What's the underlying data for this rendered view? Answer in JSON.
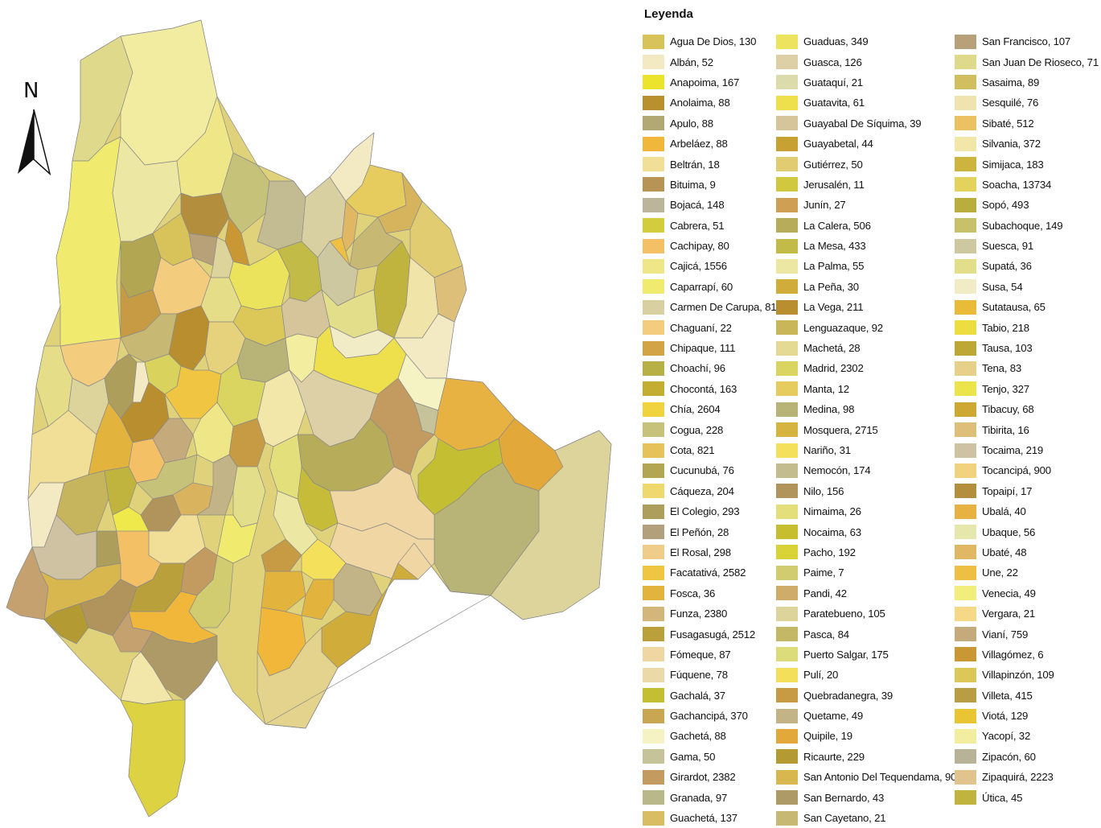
{
  "north_arrow": {
    "label": "N"
  },
  "legend": {
    "title": "Leyenda",
    "columns": [
      [
        {
          "label": "Agua De Dios, 130",
          "color": "#d8c35a"
        },
        {
          "label": "Albán, 52",
          "color": "#f3e9c2"
        },
        {
          "label": "Anapoima, 167",
          "color": "#ece32c"
        },
        {
          "label": "Anolaima, 88",
          "color": "#b8902e"
        },
        {
          "label": "Apulo, 88",
          "color": "#b2a874"
        },
        {
          "label": "Arbeláez, 88",
          "color": "#f1b73a"
        },
        {
          "label": "Beltrán, 18",
          "color": "#f1df97"
        },
        {
          "label": "Bituima, 9",
          "color": "#b79456"
        },
        {
          "label": "Bojacá, 148",
          "color": "#bdb49c"
        },
        {
          "label": "Cabrera, 51",
          "color": "#d3cd3e"
        },
        {
          "label": "Cachipay, 80",
          "color": "#f3c065"
        },
        {
          "label": "Cajicá, 1556",
          "color": "#efe787"
        },
        {
          "label": "Caparrapí, 60",
          "color": "#f0ea6e"
        },
        {
          "label": "Carmen De Carupa, 81",
          "color": "#d9d0a1"
        },
        {
          "label": "Chaguaní, 22",
          "color": "#f3cc7d"
        },
        {
          "label": "Chipaque, 111",
          "color": "#d3a446"
        },
        {
          "label": "Choachí, 96",
          "color": "#b7b047"
        },
        {
          "label": "Chocontá, 163",
          "color": "#c3ae32"
        },
        {
          "label": "Chía, 2604",
          "color": "#f1d23f"
        },
        {
          "label": "Cogua, 228",
          "color": "#c7c27b"
        },
        {
          "label": "Cota, 821",
          "color": "#e5c35a"
        },
        {
          "label": "Cucunubá, 76",
          "color": "#b3a652"
        },
        {
          "label": "Cáqueza, 204",
          "color": "#efd96e"
        },
        {
          "label": "El Colegio, 293",
          "color": "#ae9e5b"
        },
        {
          "label": "El Peñón, 28",
          "color": "#b2a07c"
        },
        {
          "label": "El Rosal, 298",
          "color": "#f0cc8a"
        },
        {
          "label": "Facatativá, 2582",
          "color": "#efc542"
        },
        {
          "label": "Fosca, 36",
          "color": "#e2b43e"
        },
        {
          "label": "Funza, 2380",
          "color": "#d4b67b"
        },
        {
          "label": "Fusagasugá, 2512",
          "color": "#b9a03a"
        },
        {
          "label": "Fómeque, 87",
          "color": "#efd6a2"
        },
        {
          "label": "Fúquene, 78",
          "color": "#ecd9a8"
        },
        {
          "label": "Gachalá, 37",
          "color": "#c3be32"
        },
        {
          "label": "Gachancipá, 370",
          "color": "#c9a651"
        },
        {
          "label": "Gachetá, 88",
          "color": "#f5f3c4"
        },
        {
          "label": "Gama, 50",
          "color": "#c6c39b"
        },
        {
          "label": "Girardot, 2382",
          "color": "#c39b61"
        },
        {
          "label": "Granada, 97",
          "color": "#b8b88a"
        },
        {
          "label": "Guachetá, 137",
          "color": "#d8bd62"
        }
      ],
      [
        {
          "label": "Guaduas, 349",
          "color": "#ede35e"
        },
        {
          "label": "Guasca, 126",
          "color": "#ddcfa6"
        },
        {
          "label": "Guataquí, 21",
          "color": "#dcdbab"
        },
        {
          "label": "Guatavita, 61",
          "color": "#ede04c"
        },
        {
          "label": "Guayabal De Síquima, 39",
          "color": "#d6c59a"
        },
        {
          "label": "Guayabetal, 44",
          "color": "#c7a131"
        },
        {
          "label": "Gutiérrez, 50",
          "color": "#e2cc72"
        },
        {
          "label": "Jerusalén, 11",
          "color": "#d0c93f"
        },
        {
          "label": "Junín, 27",
          "color": "#cf9f54"
        },
        {
          "label": "La Calera, 506",
          "color": "#b6ac5a"
        },
        {
          "label": "La Mesa, 433",
          "color": "#c3bb47"
        },
        {
          "label": "La Palma, 55",
          "color": "#ece8a4"
        },
        {
          "label": "La Peña, 30",
          "color": "#d0ac3a"
        },
        {
          "label": "La Vega, 211",
          "color": "#b88e2e"
        },
        {
          "label": "Lenguazaque, 92",
          "color": "#c8b659"
        },
        {
          "label": "Machetá, 28",
          "color": "#e5da93"
        },
        {
          "label": "Madrid, 2302",
          "color": "#dad561"
        },
        {
          "label": "Manta, 12",
          "color": "#e6cc5f"
        },
        {
          "label": "Medina, 98",
          "color": "#b8b377"
        },
        {
          "label": "Mosquera, 2715",
          "color": "#d5b440"
        },
        {
          "label": "Nariño, 31",
          "color": "#f4e05a"
        },
        {
          "label": "Nemocón, 174",
          "color": "#c3bc8e"
        },
        {
          "label": "Nilo, 156",
          "color": "#b1945b"
        },
        {
          "label": "Nimaima, 26",
          "color": "#e3e07b"
        },
        {
          "label": "Nocaima, 63",
          "color": "#c6bd2f"
        },
        {
          "label": "Pacho, 192",
          "color": "#d9d338"
        },
        {
          "label": "Paime, 7",
          "color": "#d2cc70"
        },
        {
          "label": "Pandi, 42",
          "color": "#d0ac6b"
        },
        {
          "label": "Paratebueno, 105",
          "color": "#dcd49b"
        },
        {
          "label": "Pasca, 84",
          "color": "#c4b765"
        },
        {
          "label": "Puerto Salgar, 175",
          "color": "#dcdc7a"
        },
        {
          "label": "Pulí, 20",
          "color": "#f3df5a"
        },
        {
          "label": "Quebradanegra, 39",
          "color": "#c79b44"
        },
        {
          "label": "Quetame, 49",
          "color": "#c2b486"
        },
        {
          "label": "Quipile, 19",
          "color": "#e2a93a"
        },
        {
          "label": "Ricaurte, 229",
          "color": "#b39a32"
        },
        {
          "label": "San Antonio Del Tequendama, 90",
          "color": "#d8b74e"
        },
        {
          "label": "San Bernardo, 43",
          "color": "#ad9a66"
        },
        {
          "label": "San Cayetano, 21",
          "color": "#c7b974"
        }
      ],
      [
        {
          "label": "San Francisco, 107",
          "color": "#b8a078"
        },
        {
          "label": "San Juan De Rioseco, 71",
          "color": "#dfd98b"
        },
        {
          "label": "Sasaima, 89",
          "color": "#d1bf5f"
        },
        {
          "label": "Sesquilé, 76",
          "color": "#efe3b0"
        },
        {
          "label": "Sibaté, 512",
          "color": "#ecc162"
        },
        {
          "label": "Silvania, 372",
          "color": "#f3e6a9"
        },
        {
          "label": "Simijaca, 183",
          "color": "#cdb43e"
        },
        {
          "label": "Soacha, 13734",
          "color": "#e3d35c"
        },
        {
          "label": "Sopó, 493",
          "color": "#b9ae3d"
        },
        {
          "label": "Subachoque, 149",
          "color": "#c7c26a"
        },
        {
          "label": "Suesca, 91",
          "color": "#cdc89f"
        },
        {
          "label": "Supatá, 36",
          "color": "#e3de8a"
        },
        {
          "label": "Susa, 54",
          "color": "#f1ecc5"
        },
        {
          "label": "Sutatausa, 65",
          "color": "#e9bb39"
        },
        {
          "label": "Tabio, 218",
          "color": "#ecdd40"
        },
        {
          "label": "Tausa, 103",
          "color": "#bda835"
        },
        {
          "label": "Tena, 83",
          "color": "#e7d08a"
        },
        {
          "label": "Tenjo, 327",
          "color": "#ebe54b"
        },
        {
          "label": "Tibacuy, 68",
          "color": "#cda832"
        },
        {
          "label": "Tibirita, 16",
          "color": "#ddbf79"
        },
        {
          "label": "Tocaima, 219",
          "color": "#cfc2a3"
        },
        {
          "label": "Tocancipá, 900",
          "color": "#f3d27f"
        },
        {
          "label": "Topaipí, 17",
          "color": "#b28e3d"
        },
        {
          "label": "Ubalá, 40",
          "color": "#e8b243"
        },
        {
          "label": "Ubaque, 56",
          "color": "#e6e7ad"
        },
        {
          "label": "Ubaté, 48",
          "color": "#e0b763"
        },
        {
          "label": "Une, 22",
          "color": "#efbf44"
        },
        {
          "label": "Venecia, 49",
          "color": "#f1ee7c"
        },
        {
          "label": "Vergara, 21",
          "color": "#f5d987"
        },
        {
          "label": "Vianí, 759",
          "color": "#c5ab7c"
        },
        {
          "label": "Villagómez, 6",
          "color": "#c99835"
        },
        {
          "label": "Villapinzón, 109",
          "color": "#dcc859"
        },
        {
          "label": "Villeta, 415",
          "color": "#b89d44"
        },
        {
          "label": "Viotá, 129",
          "color": "#e9c534"
        },
        {
          "label": "Yacopí, 32",
          "color": "#f3ee9f"
        },
        {
          "label": "Zipacón, 60",
          "color": "#b8b296"
        },
        {
          "label": "Zipaquirá, 2223",
          "color": "#e1c38d"
        },
        {
          "label": "Útica, 45",
          "color": "#c0b43e"
        }
      ]
    ]
  }
}
